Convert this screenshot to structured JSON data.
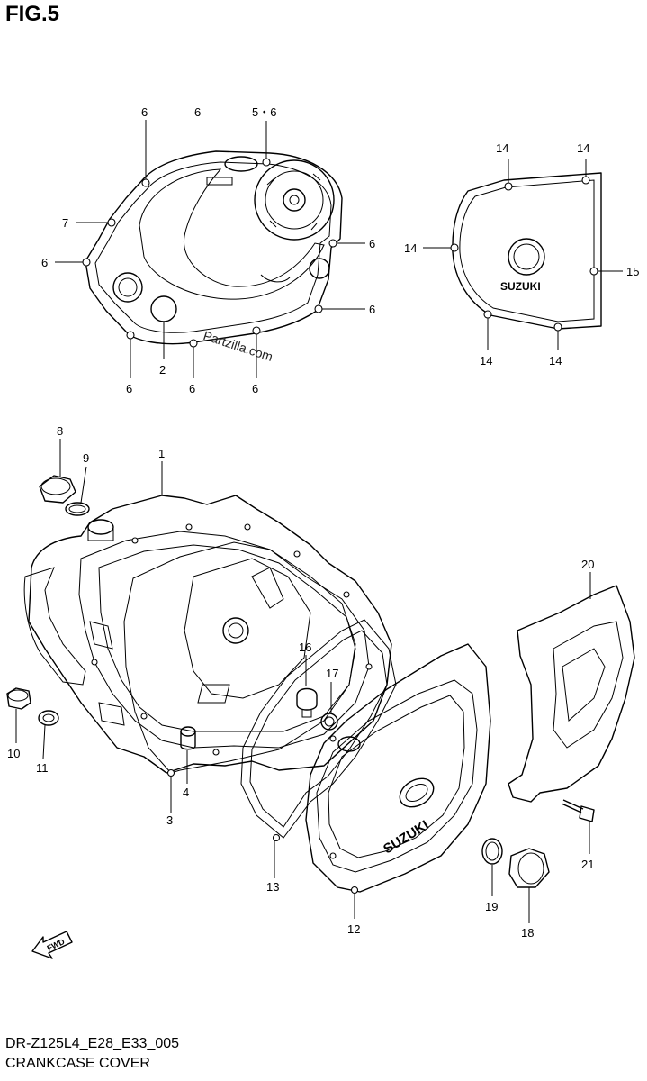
{
  "figure": {
    "title": "FIG.5"
  },
  "watermark": "Partzilla.com",
  "brand": "SUZUKI",
  "fwd_label": "FWD",
  "footer": {
    "model_code": "DR-Z125L4_E28_E33_005",
    "title": "CRANKCASE COVER"
  },
  "callouts": [
    {
      "id": "c-6a",
      "text": "6"
    },
    {
      "id": "c-6b",
      "text": "6"
    },
    {
      "id": "c-56",
      "text": "5・6"
    },
    {
      "id": "c-7",
      "text": "7"
    },
    {
      "id": "c-6c",
      "text": "6"
    },
    {
      "id": "c-6d",
      "text": "6"
    },
    {
      "id": "c-6e",
      "text": "6"
    },
    {
      "id": "c-6f",
      "text": "6"
    },
    {
      "id": "c-2",
      "text": "2"
    },
    {
      "id": "c-6g",
      "text": "6"
    },
    {
      "id": "c-6h",
      "text": "6"
    },
    {
      "id": "c-14a",
      "text": "14"
    },
    {
      "id": "c-14b",
      "text": "14"
    },
    {
      "id": "c-14c",
      "text": "14"
    },
    {
      "id": "c-15",
      "text": "15"
    },
    {
      "id": "c-14d",
      "text": "14"
    },
    {
      "id": "c-14e",
      "text": "14"
    },
    {
      "id": "c-8",
      "text": "8"
    },
    {
      "id": "c-9",
      "text": "9"
    },
    {
      "id": "c-1",
      "text": "1"
    },
    {
      "id": "c-20",
      "text": "20"
    },
    {
      "id": "c-16",
      "text": "16"
    },
    {
      "id": "c-17",
      "text": "17"
    },
    {
      "id": "c-10",
      "text": "10"
    },
    {
      "id": "c-11",
      "text": "11"
    },
    {
      "id": "c-4",
      "text": "4"
    },
    {
      "id": "c-3",
      "text": "3"
    },
    {
      "id": "c-13",
      "text": "13"
    },
    {
      "id": "c-12",
      "text": "12"
    },
    {
      "id": "c-19",
      "text": "19"
    },
    {
      "id": "c-18",
      "text": "18"
    },
    {
      "id": "c-21",
      "text": "21"
    }
  ]
}
